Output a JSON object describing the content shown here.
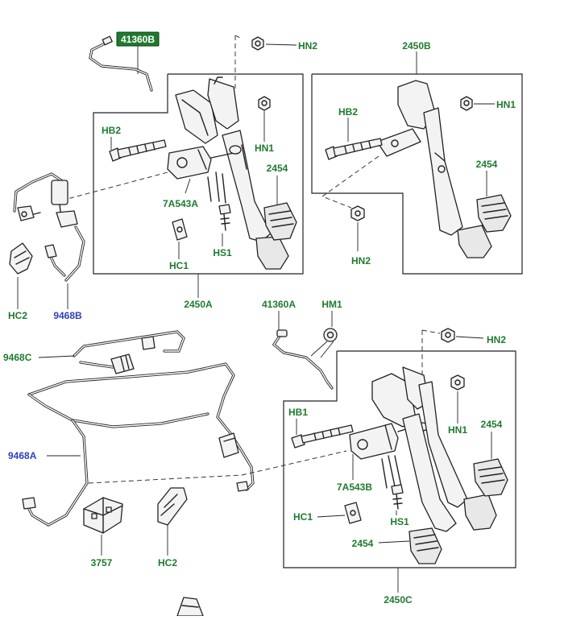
{
  "diagram": {
    "highlighted_label": "41360B",
    "labels": {
      "hn2_top": "HN2",
      "b2450": "2450B",
      "hb2_left": "HB2",
      "hb2_right": "HB2",
      "hn1_left": "HN1",
      "hn1_right": "HN1",
      "p2454_left": "2454",
      "p2454_right": "2454",
      "p7a543a": "7A543A",
      "hc1_left": "HC1",
      "hs1_left": "HS1",
      "hn2_right_mid": "HN2",
      "hc2_left": "HC2",
      "p9468b": "9468B",
      "a2450": "2450A",
      "p41360a": "41360A",
      "hm1": "HM1",
      "hn2_lower": "HN2",
      "p9468c": "9468C",
      "hb1": "HB1",
      "hn1_lower": "HN1",
      "p2454_lower_right": "2454",
      "p9468a": "9468A",
      "p7a543b": "7A543B",
      "hc1_lower": "HC1",
      "hs1_lower": "HS1",
      "p2454_lower": "2454",
      "p3757": "3757",
      "hc2_lower": "HC2",
      "c2450": "2450C"
    },
    "colors": {
      "label_green": "#1f7a2e",
      "label_blue": "#2f3fb8",
      "highlight_box": "#1f7a2e",
      "line": "#222222"
    }
  }
}
